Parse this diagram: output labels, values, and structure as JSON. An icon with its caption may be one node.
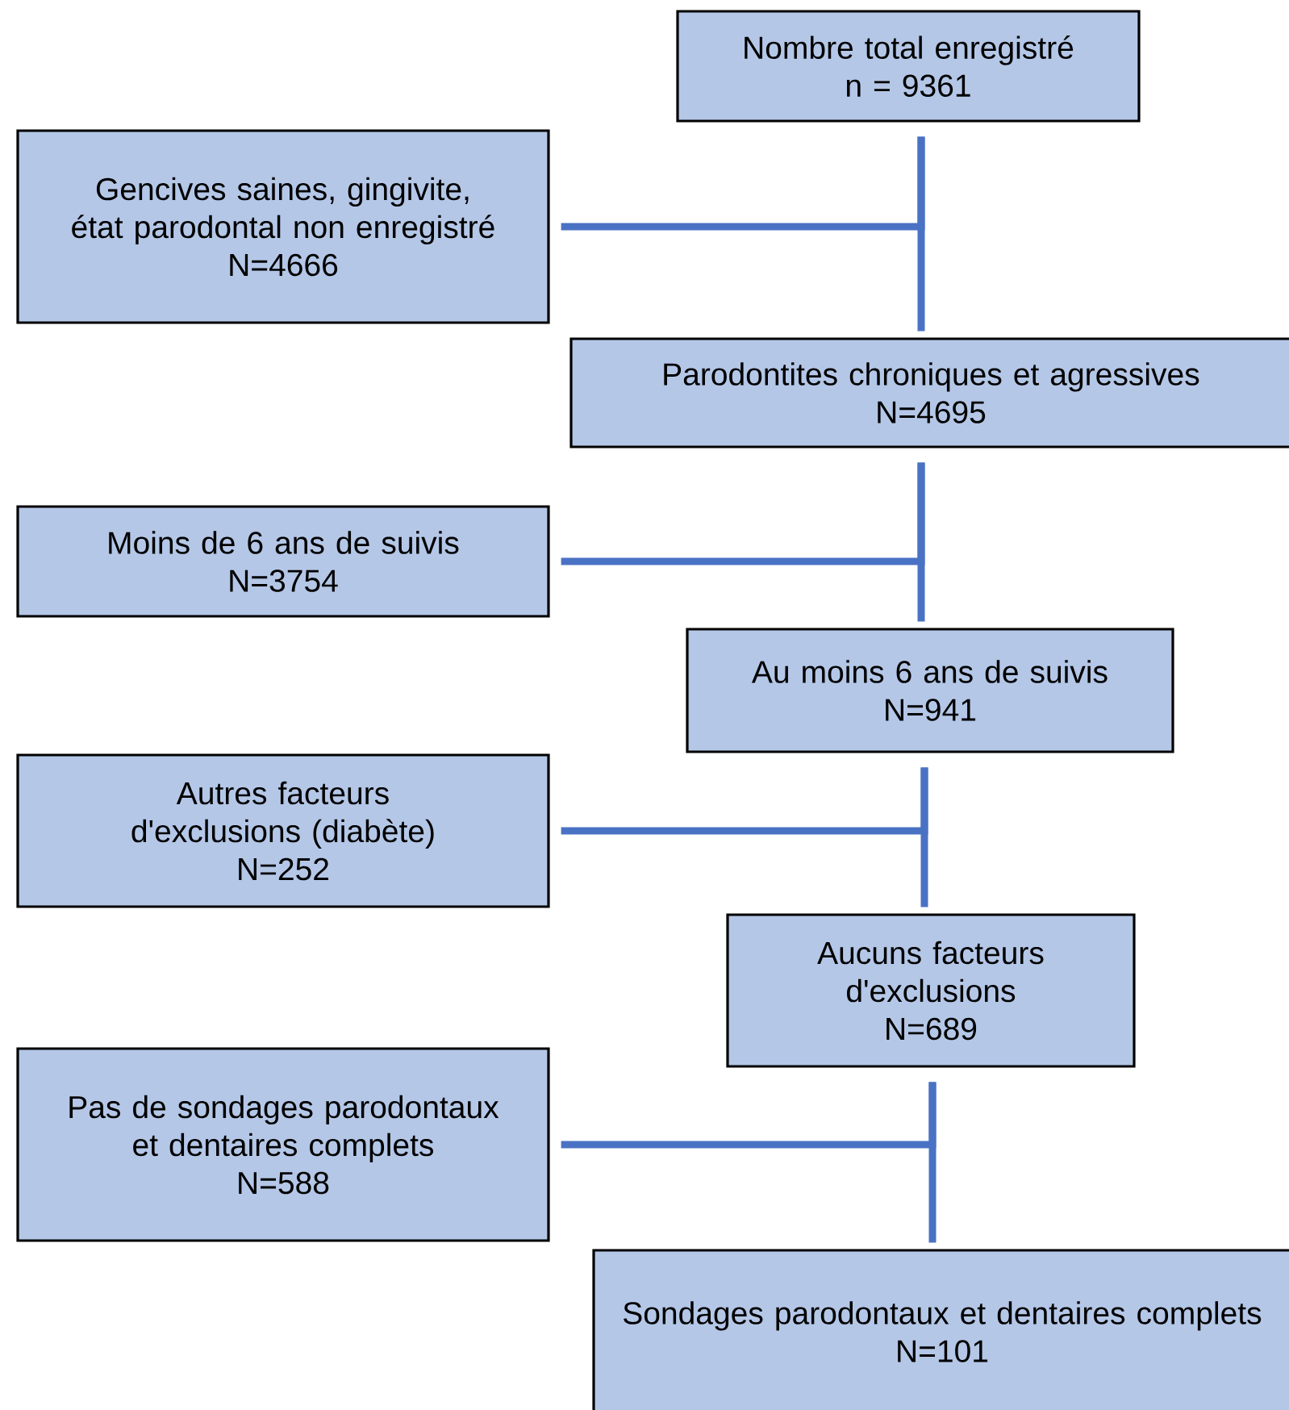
{
  "diagram": {
    "nodes": [
      {
        "text": [
          "Nombre total enregistré",
          "n = 9361"
        ]
      },
      {
        "text": [
          "Gencives saines, gingivite, état parodontal non enregistré",
          "N=4666"
        ]
      },
      {
        "text": [
          "Parodontites chroniques et agressives",
          "N=4695"
        ]
      },
      {
        "text": [
          "Moins de 6 ans de suivis",
          "N=3754"
        ]
      },
      {
        "text": [
          "Au moins 6 ans de suivis",
          "N=941"
        ]
      },
      {
        "text": [
          "Autres facteurs d'exclusions (diabète)",
          "N=252"
        ]
      },
      {
        "text": [
          "Aucuns facteurs d'exclusions",
          "N=689"
        ]
      },
      {
        "text": [
          "Pas de sondages parodontaux et dentaires complets",
          "N=588"
        ]
      },
      {
        "text": [
          "Sondages parodontaux et dentaires complets",
          "N=101"
        ]
      }
    ],
    "edges": [
      {
        "from": 0,
        "to": 1,
        "arrow": "none"
      },
      {
        "from": 0,
        "to": 2,
        "arrow": "none"
      },
      {
        "from": 2,
        "to": 3,
        "arrow": "none"
      },
      {
        "from": 2,
        "to": 4,
        "arrow": "none"
      },
      {
        "from": 4,
        "to": 5,
        "arrow": "none"
      },
      {
        "from": 4,
        "to": 6,
        "arrow": "none"
      },
      {
        "from": 6,
        "to": 7,
        "arrow": "none"
      },
      {
        "from": 6,
        "to": 8,
        "arrow": "none"
      }
    ]
  }
}
